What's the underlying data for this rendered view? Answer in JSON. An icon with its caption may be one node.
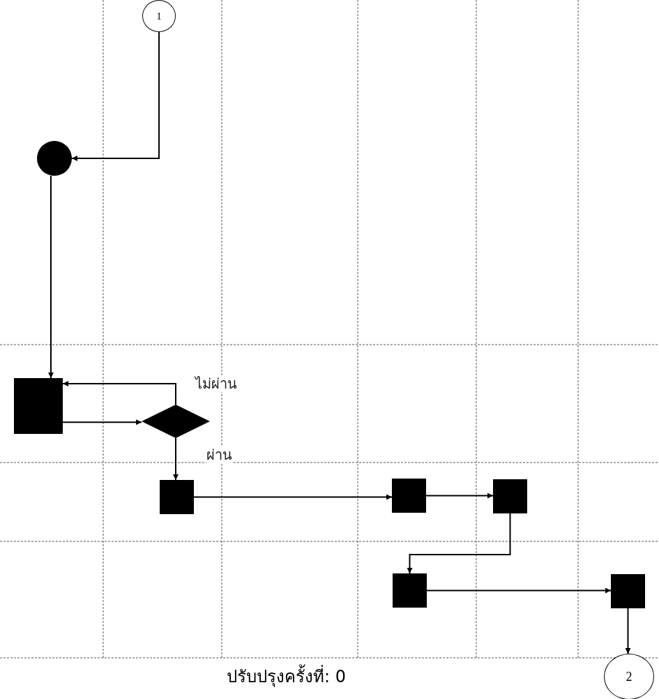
{
  "diagram": {
    "nodes": [
      {
        "text": [
          "1"
        ]
      },
      {
        "text": [],
        "shape": "circle"
      },
      {
        "text": [],
        "shape": "box"
      },
      {
        "text": [],
        "shape": "diamond"
      },
      {
        "text": [],
        "shape": "box"
      },
      {
        "text": [],
        "shape": "box"
      },
      {
        "text": [],
        "shape": "box"
      },
      {
        "text": [],
        "shape": "box"
      },
      {
        "text": [],
        "shape": "box"
      },
      {
        "text": [
          "2"
        ]
      }
    ],
    "edges": [
      {
        "from": 0,
        "to": 1,
        "arrow": "to"
      },
      {
        "from": 1,
        "to": 2,
        "arrow": "to"
      },
      {
        "from": 2,
        "to": 3,
        "arrow": "to"
      },
      {
        "from": 3,
        "to": 2,
        "arrow": "to",
        "label": "ไม่ผ่าน"
      },
      {
        "from": 3,
        "to": 4,
        "arrow": "to",
        "label": "ผ่าน"
      },
      {
        "from": 4,
        "to": 5,
        "arrow": "to"
      },
      {
        "from": 5,
        "to": 6,
        "arrow": "to"
      },
      {
        "from": 6,
        "to": 7,
        "arrow": "to"
      },
      {
        "from": 7,
        "to": 8,
        "arrow": "to"
      },
      {
        "from": 8,
        "to": 9,
        "arrow": "to"
      }
    ],
    "labels": [
      "ปรับปรุงครั้งที่: 0"
    ]
  }
}
